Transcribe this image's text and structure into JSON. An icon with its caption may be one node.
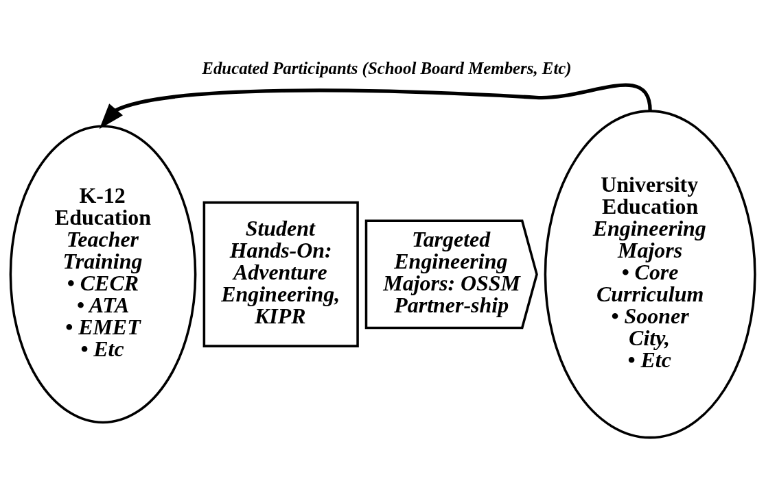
{
  "diagram": {
    "title": "Educated Participants (School Board Members, Etc)",
    "nodes": [
      {
        "text": [
          "K-12 Education",
          "Teacher Training",
          "• CECR",
          "• ATA",
          "• EMET",
          "• Etc"
        ]
      },
      {
        "text": [
          "Student Hands-On: Adventure Engineering, KIPR"
        ]
      },
      {
        "text": [
          "Targeted Engineering Majors: OSSM Partner-ship"
        ]
      },
      {
        "text": [
          "University Education",
          "Engineering Majors",
          "• Core Curriculum",
          "• Sooner City,",
          "• Etc"
        ]
      }
    ],
    "edges": [
      {
        "from": 3,
        "to": 0,
        "arrow": "to"
      }
    ]
  }
}
